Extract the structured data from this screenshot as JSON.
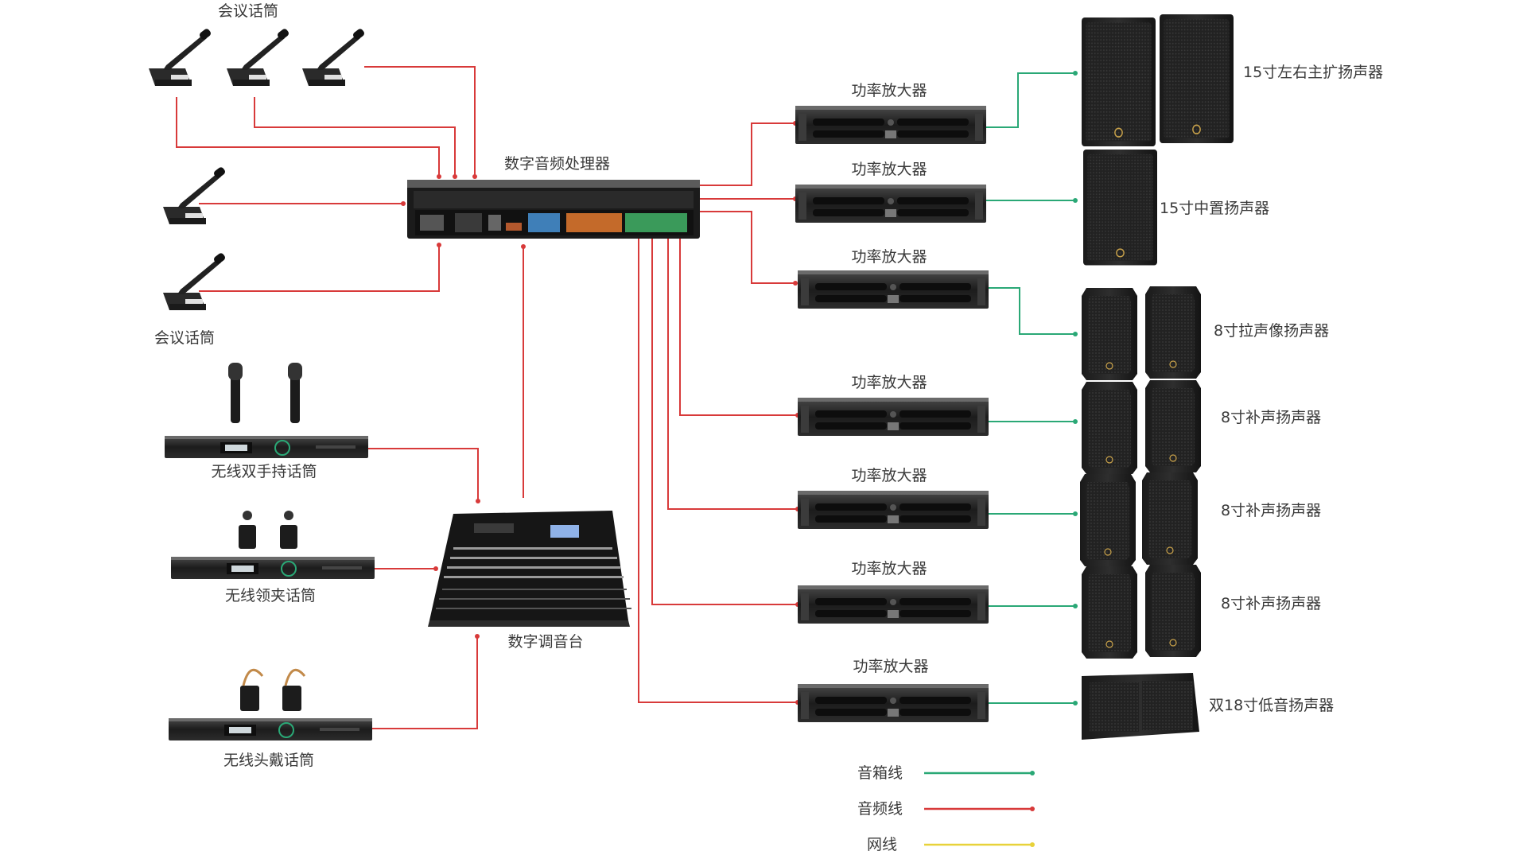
{
  "labels": {
    "conf_mic_top": "会议话筒",
    "conf_mic_left": "会议话筒",
    "dsp": "数字音频处理器",
    "amp": "功率放大器",
    "wireless_handheld": "无线双手持话筒",
    "wireless_lavalier": "无线领夹话筒",
    "wireless_headset": "无线头戴话筒",
    "mixer": "数字调音台",
    "spk_main": "15寸左右主扩扬声器",
    "spk_center": "15寸中置扬声器",
    "spk_line": "8寸拉声像扬声器",
    "spk_fill_1": "8寸补声扬声器",
    "spk_fill_2": "8寸补声扬声器",
    "spk_fill_3": "8寸补声扬声器",
    "spk_sub": "双18寸低音扬声器"
  },
  "legend": [
    {
      "label": "音箱线",
      "color": "#2aa876"
    },
    {
      "label": "音频线",
      "color": "#d83a3a"
    },
    {
      "label": "网线",
      "color": "#e8d23a"
    }
  ],
  "colors": {
    "speaker_line": "#2aa876",
    "audio_line": "#d83a3a",
    "network_line": "#e8d23a",
    "device_dark": "#1e1e1e"
  }
}
